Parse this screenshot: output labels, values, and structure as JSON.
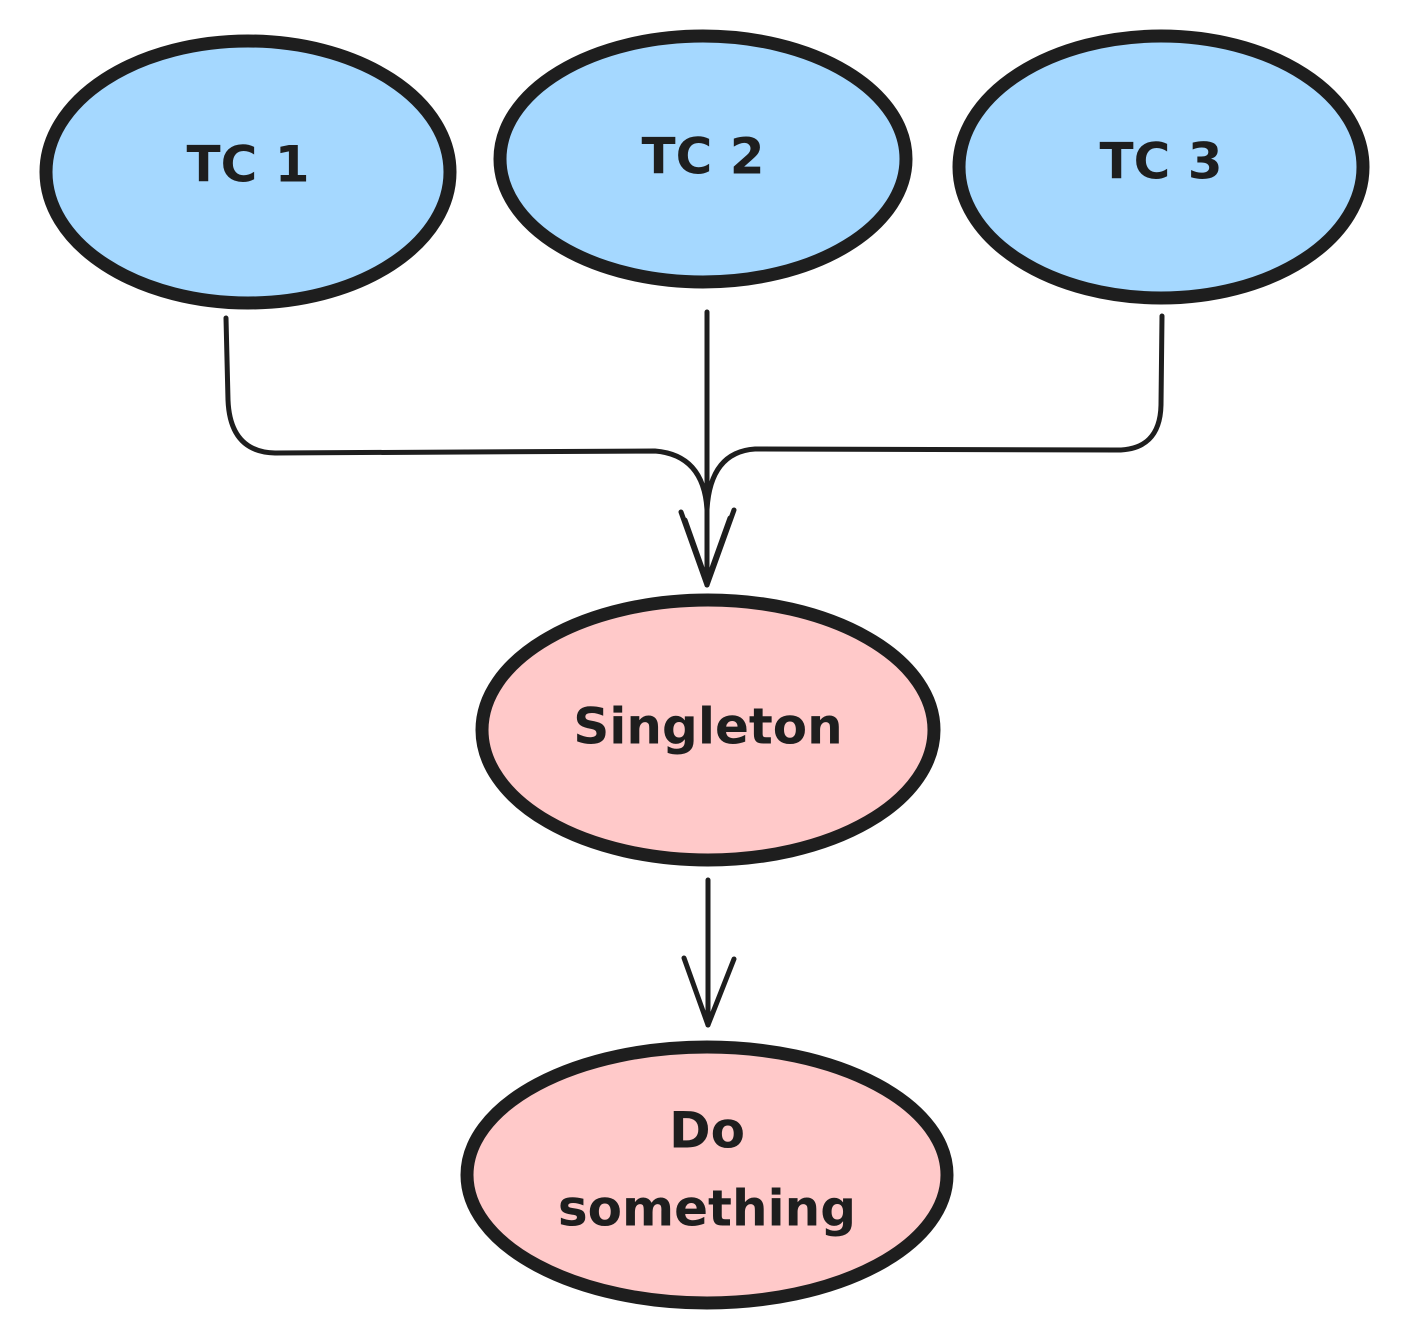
{
  "diagram": {
    "colors": {
      "stroke": "#1e1e1e",
      "client_fill": "#a5d8ff",
      "singleton_fill": "#ffc9c9",
      "text": "#1e1e1e",
      "background": "#ffffff"
    },
    "nodes": {
      "tc1": {
        "label": "TC 1"
      },
      "tc2": {
        "label": "TC 2"
      },
      "tc3": {
        "label": "TC 3"
      },
      "singleton": {
        "label": "Singleton"
      },
      "do_something": {
        "label_line1": "Do",
        "label_line2": "something"
      }
    },
    "edges": [
      {
        "from": "TC 1",
        "to": "Singleton"
      },
      {
        "from": "TC 2",
        "to": "Singleton"
      },
      {
        "from": "TC 3",
        "to": "Singleton"
      },
      {
        "from": "Singleton",
        "to": "Do something"
      }
    ]
  }
}
